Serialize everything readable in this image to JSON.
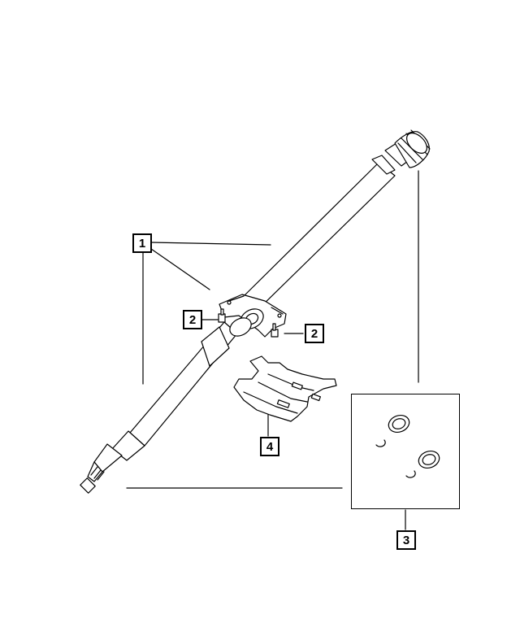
{
  "callouts": {
    "part1": "1",
    "part2a": "2",
    "part2b": "2",
    "part3": "3",
    "part4": "4"
  }
}
